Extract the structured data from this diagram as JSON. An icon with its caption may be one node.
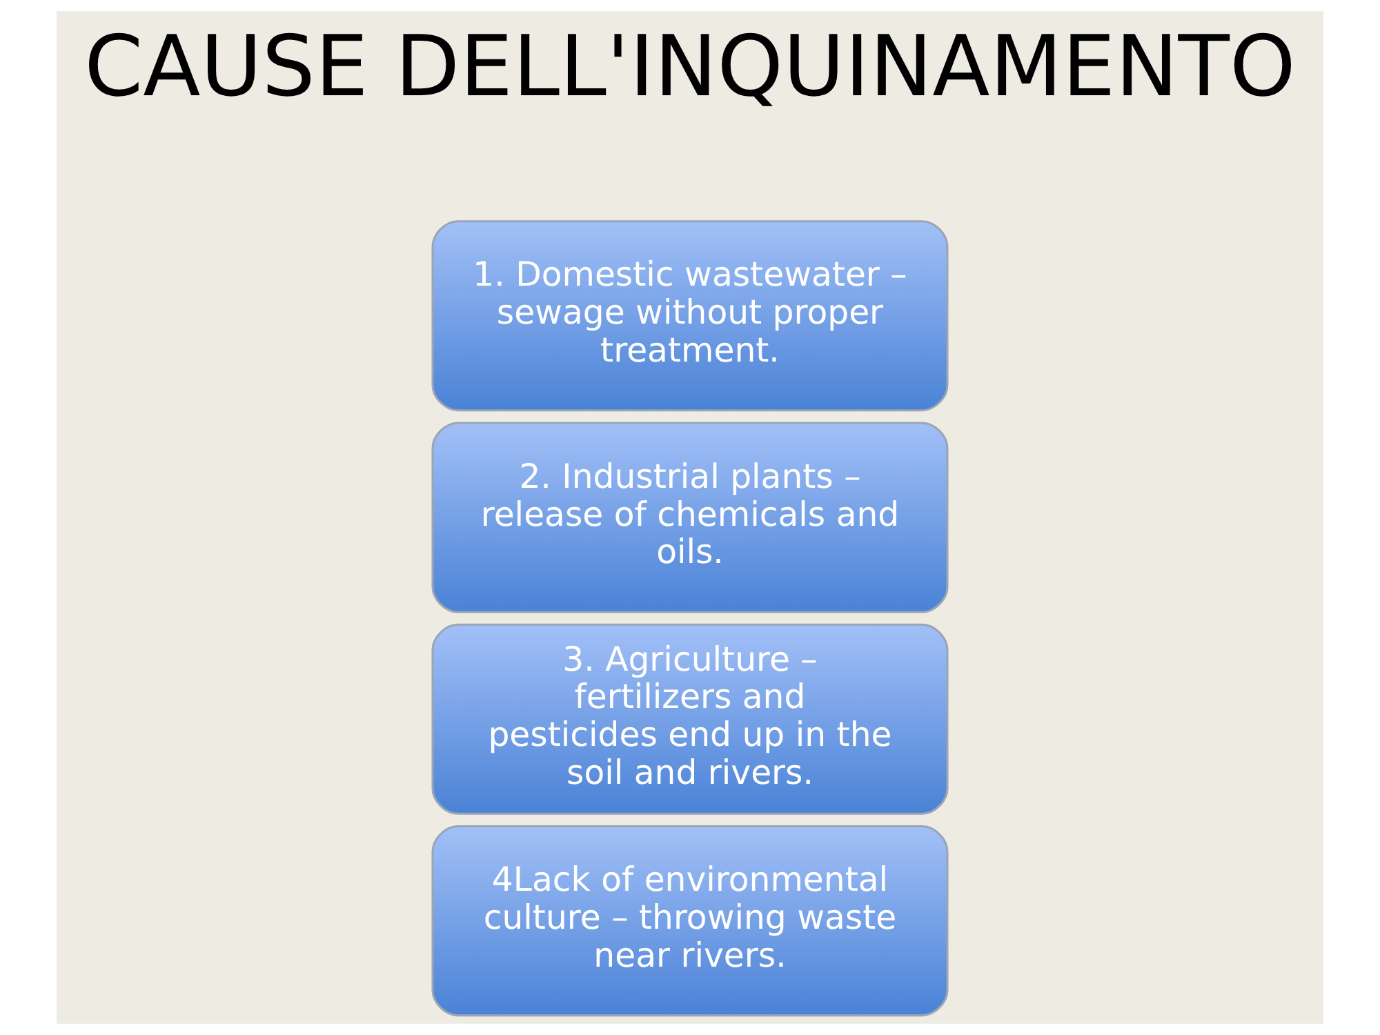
{
  "diagram": {
    "title": "CAUSE DELL'INQUINAMENTO",
    "nodes": [
      {
        "text": [
          "1. Domestic wastewater – sewage without proper treatment."
        ]
      },
      {
        "text": [
          "2. Industrial plants – release of chemicals and oils."
        ]
      },
      {
        "text": [
          "3. Agriculture – fertilizers and pesticides end up in the soil and rivers."
        ]
      },
      {
        "text": [
          "4Lack of environmental culture – throwing waste near rivers."
        ]
      }
    ]
  }
}
